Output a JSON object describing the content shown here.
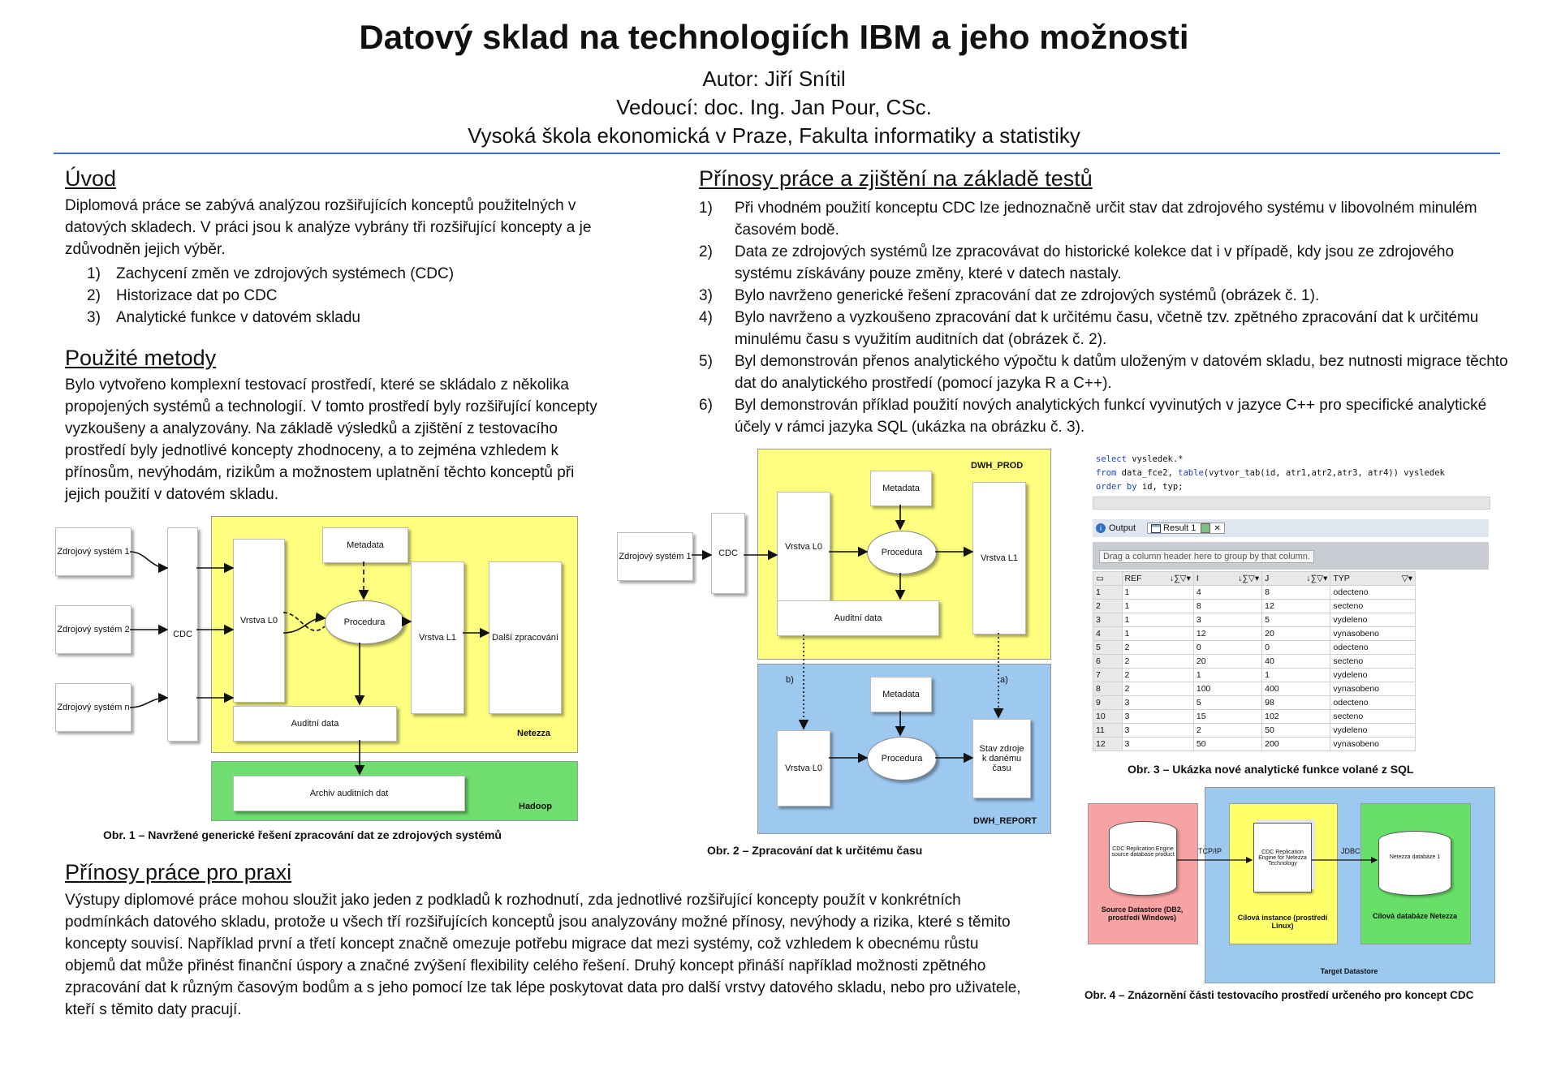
{
  "header": {
    "title": "Datový sklad na technologiích IBM a jeho možnosti",
    "author": "Autor: Jiří Snítil",
    "supervisor": "Vedoucí: doc. Ing. Jan Pour, CSc.",
    "school": "Vysoká škola ekonomická v Praze, Fakulta informatiky a statistiky"
  },
  "uvod": {
    "heading": "Úvod",
    "text": "Diplomová práce se zabývá analýzou rozšiřujících konceptů použitelných v datových skladech. V práci jsou k analýze vybrány tři rozšiřující koncepty a je zdůvodněn jejich výběr.",
    "items": [
      {
        "n": "1)",
        "t": "Zachycení změn ve zdrojových systémech (CDC)"
      },
      {
        "n": "2)",
        "t": "Historizace dat po CDC"
      },
      {
        "n": "3)",
        "t": "Analytické funkce v datovém skladu"
      }
    ]
  },
  "metody": {
    "heading": "Použité metody",
    "text": "Bylo vytvořeno komplexní testovací prostředí, které se skládalo z několika propojených systémů a technologií. V tomto prostředí byly rozšiřující koncepty vyzkoušeny a analyzovány. Na základě výsledků a zjištění z testovacího prostředí byly jednotlivé koncepty zhodnoceny, a to zejména vzhledem k přínosům, nevýhodám, rizikům a možnostem uplatnění těchto konceptů při jejich použití v datovém skladu."
  },
  "prinosy": {
    "heading": "Přínosy práce a zjištění na základě testů",
    "items": [
      {
        "n": "1)",
        "t": "Při vhodném použití konceptu CDC lze jednoznačně určit stav dat zdrojového systému v libovolném minulém časovém bodě."
      },
      {
        "n": "2)",
        "t": "Data ze zdrojových systémů lze zpracovávat do historické kolekce dat i v případě, kdy jsou ze zdrojového systému získávány pouze změny, které v datech nastaly."
      },
      {
        "n": "3)",
        "t": "Bylo navrženo generické řešení zpracování dat ze zdrojových systémů (obrázek č. 1)."
      },
      {
        "n": "4)",
        "t": "Bylo navrženo a vyzkoušeno zpracování dat k určitému času, včetně tzv. zpětného zpracování dat k určitému minulému času s využitím auditních dat (obrázek č. 2)."
      },
      {
        "n": "5)",
        "t": "Byl demonstrován přenos analytického výpočtu k datům uloženým v datovém skladu, bez nutnosti migrace těchto dat do analytického prostředí (pomocí jazyka R a C++)."
      },
      {
        "n": "6)",
        "t": "Byl demonstrován příklad použití nových analytických funkcí vyvinutých v jazyce C++ pro specifické analytické účely v rámci jazyka SQL (ukázka na obrázku č. 3)."
      }
    ]
  },
  "praxe": {
    "heading": "Přínosy práce pro praxi",
    "text": "Výstupy diplomové práce mohou sloužit jako jeden z podkladů k rozhodnutí, zda jednotlivé rozšiřující koncepty použít v konkrétních podmínkách datového skladu, protože u všech tří rozšiřujících konceptů jsou analyzovány možné přínosy, nevýhody a rizika, které s těmito koncepty souvisí. Například první a třetí koncept značně omezuje potřebu migrace dat mezi systémy, což vzhledem k obecnému růstu objemů dat může přinést finanční úspory a značné zvýšení flexibility celého řešení.  Druhý koncept přináší například možnosti zpětného zpracování dat k různým časovým bodům a s jeho pomocí lze tak lépe poskytovat data pro další vrstvy datového skladu, nebo pro uživatele, kteří s těmito daty pracují."
  },
  "fig1": {
    "caption": "Obr. 1 – Navržené generické řešení zpracování dat ze zdrojových systémů",
    "src1": "Zdrojový systém 1",
    "src2": "Zdrojový systém 2",
    "srcn": "Zdrojový systém n",
    "cdc": "CDC",
    "l0": "Vrstva L0",
    "metadata": "Metadata",
    "procedura": "Procedura",
    "l1": "Vrstva L1",
    "dalsi": "Další zpracování",
    "audit": "Auditní data",
    "netezza": "Netezza",
    "archiv": "Archiv auditních dat",
    "hadoop": "Hadoop"
  },
  "fig2": {
    "caption": "Obr. 2 – Zpracování dat k určitému času",
    "src1": "Zdrojový systém 1",
    "cdc": "CDC",
    "dwh_prod": "DWH_PROD",
    "metadata": "Metadata",
    "l0": "Vrstva L0",
    "procedura": "Procedura",
    "l1": "Vrstva L1",
    "audit": "Auditní data",
    "b": "b)",
    "a": "a)",
    "metadata2": "Metadata",
    "l0b": "Vrstva L0",
    "procedura2": "Procedura",
    "stav": "Stav zdroje k danému času",
    "dwh_report": "DWH_REPORT"
  },
  "fig3": {
    "caption": "Obr. 3 – Ukázka nové analytické funkce volané z SQL",
    "code1a": "select",
    "code1b": " vysledek.*",
    "code2a": "from",
    "code2b": " data_fce2, ",
    "code2c": "table",
    "code2d": "(vytvor_tab(id, atr1,atr2,atr3, atr4)) vysledek",
    "code3a": "order by",
    "code3b": " id, typ;",
    "tab_output": "Output",
    "tab_result": "Result 1",
    "groupby": "Drag a column header here to group by that column.",
    "columns": [
      "REF",
      "I",
      "J",
      "TYP"
    ],
    "rows": [
      [
        "1",
        "1",
        "4",
        "8",
        "odecteno"
      ],
      [
        "2",
        "1",
        "8",
        "12",
        "secteno"
      ],
      [
        "3",
        "1",
        "3",
        "5",
        "vydeleno"
      ],
      [
        "4",
        "1",
        "12",
        "20",
        "vynasobeno"
      ],
      [
        "5",
        "2",
        "0",
        "0",
        "odecteno"
      ],
      [
        "6",
        "2",
        "20",
        "40",
        "secteno"
      ],
      [
        "7",
        "2",
        "1",
        "1",
        "vydeleno"
      ],
      [
        "8",
        "2",
        "100",
        "400",
        "vynasobeno"
      ],
      [
        "9",
        "3",
        "5",
        "98",
        "odecteno"
      ],
      [
        "10",
        "3",
        "15",
        "102",
        "secteno"
      ],
      [
        "11",
        "3",
        "2",
        "50",
        "vydeleno"
      ],
      [
        "12",
        "3",
        "50",
        "200",
        "vynasobeno"
      ]
    ]
  },
  "fig4": {
    "caption": "Obr. 4 – Znázornění části testovacího prostředí určeného pro koncept CDC",
    "src_db": "CDC Replication Engine source database product",
    "src_label": "Source Datastore (DB2, prostředí Windows)",
    "tcpip": "TCP/IP",
    "engine": "CDC Replication Engine for Netezza Technology",
    "target_inst": "Cílová instance (prostředí Linux)",
    "jdbc": "JDBC",
    "netezza_db": "Netezza databáze 1",
    "target_db": "Cílová databáze Netezza",
    "target_ds": "Target Datastore"
  }
}
